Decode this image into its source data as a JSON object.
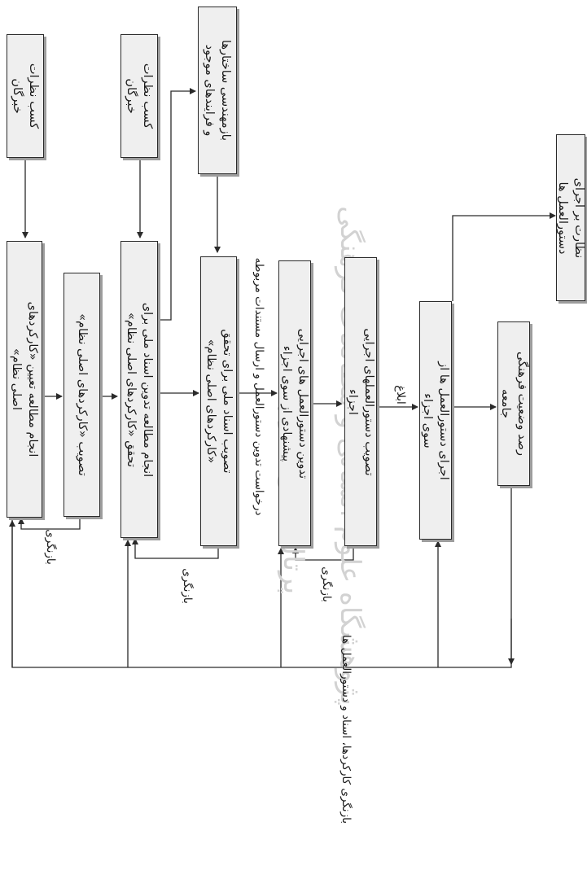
{
  "boxes": {
    "expert1": [
      "کسب نظرات",
      "خبرگان"
    ],
    "expert2": [
      "کسب نظرات",
      "خبرگان"
    ],
    "reeng": [
      "بازمهندسی ساختارها",
      "و فرایندهای موجود"
    ],
    "oversight": [
      "نظارت بر اجرای",
      "دستورالعمل ها"
    ],
    "study1": [
      "انجام مطالعه تعیین «کارکردهای",
      "اصلی نظام»"
    ],
    "approve1": [
      "تصویب «کارکردهای اصلی نظام»"
    ],
    "study2": [
      "انجام مطالعه تدوین اسناد ملی برای",
      "تحقق «کارکردهای اصلی نظام»"
    ],
    "approve2": [
      "تصویب اسناد ملی برای تحقق",
      "«کارکردهای اصلی نظام»"
    ],
    "draft": [
      "تدوین دستورالعمل های اجرایی",
      "پیشنهادی از سوی اجزاء"
    ],
    "approve3": [
      "تصویب دستورالعملهای اجرایی",
      "اجزاء"
    ],
    "implement": [
      "اجرای دستورالعمل ها از",
      "سوی اجزاء"
    ],
    "monitor": [
      "رصد وضعیت فرهنگی",
      "جامعه"
    ]
  },
  "labels": {
    "review1": "بازنگری",
    "review2": "بازنگری",
    "review3": "بازنگری",
    "request": "درخواست تدوین دستورالعمل و ارسال مستندات مربوطه",
    "notify": "ابلاغ",
    "review_all": "بازنگری کارکردها، اسناد و دستورالعمل ها"
  },
  "watermark": {
    "line1": "پژوهشگاه علوم انسانی و مطالعات فرهنگی",
    "line2": "پرتال جامع علوم انسانی"
  }
}
